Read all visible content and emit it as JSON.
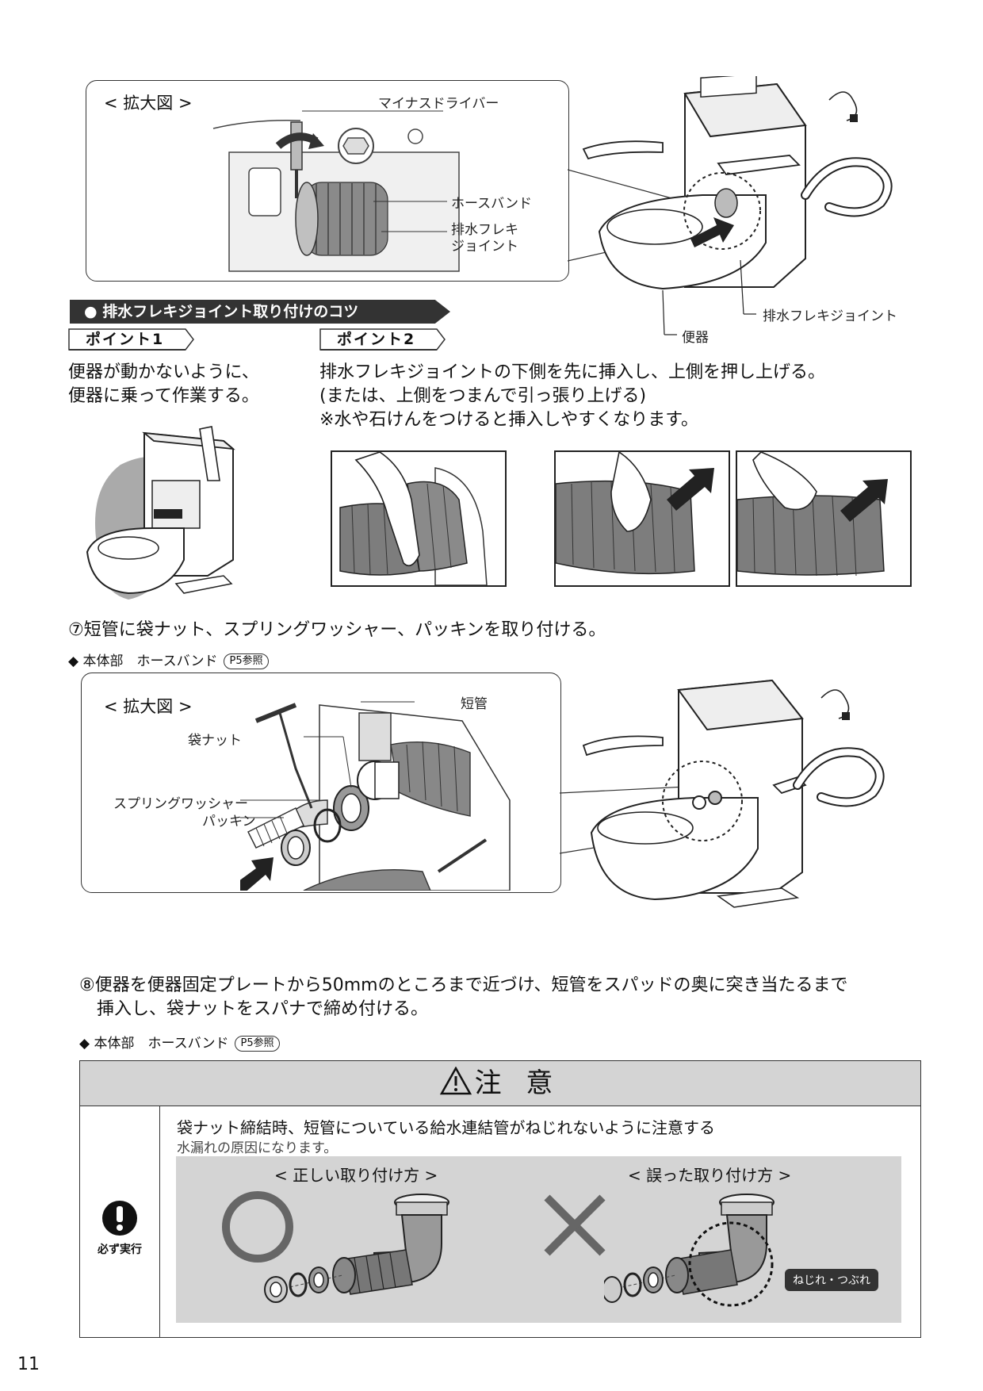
{
  "top_zoom": {
    "title": "< 拡大図 >",
    "labels": {
      "screwdriver": "マイナスドライバー",
      "hose_band": "ホースバンド",
      "flex_joint": "排水フレキ\nジョイント"
    }
  },
  "top_main": {
    "flex_joint_label": "排水フレキジョイント",
    "toilet_label": "便器"
  },
  "tips": {
    "banner": "●  排水フレキジョイント取り付けのコツ",
    "point1": {
      "tab": "ポイント1",
      "text": [
        "便器が動かないように、",
        "便器に乗って作業する。"
      ]
    },
    "point2": {
      "tab": "ポイント2",
      "text": [
        "排水フレキジョイントの下側を先に挿入し、上側を押し上げる。",
        "(または、上側をつまんで引っ張り上げる)",
        "※水や石けんをつけると挿入しやすくなります。"
      ]
    }
  },
  "step7": {
    "text": "⑦短管に袋ナット、スプリングワッシャー、パッキンを取り付ける。",
    "parts": "◆ 本体部　ホースバンド",
    "ref": "P5参照",
    "zoom_title": "< 拡大図 >",
    "labels": {
      "short_pipe": "短管",
      "bag_nut": "袋ナット",
      "spring_washer": "スプリングワッシャー",
      "packing": "パッキン"
    }
  },
  "step8": {
    "text": [
      "⑧便器を便器固定プレートから50mmのところまで近づけ、短管をスパッドの奥に突き当たるまで",
      "挿入し、袋ナットをスパナで締め付ける。"
    ],
    "parts": "◆ 本体部　ホースバンド",
    "ref": "P5参照"
  },
  "caution": {
    "title": "注 意",
    "must_do": "必ず実行",
    "heading": "袋ナット締結時、短管についている給水連結管がねじれないように注意する",
    "sub": "水漏れの原因になります。",
    "correct": "< 正しい取り付け方 >",
    "wrong": "< 誤った取り付け方 >",
    "twist_badge": "ねじれ・つぶれ"
  },
  "page_number": "11"
}
